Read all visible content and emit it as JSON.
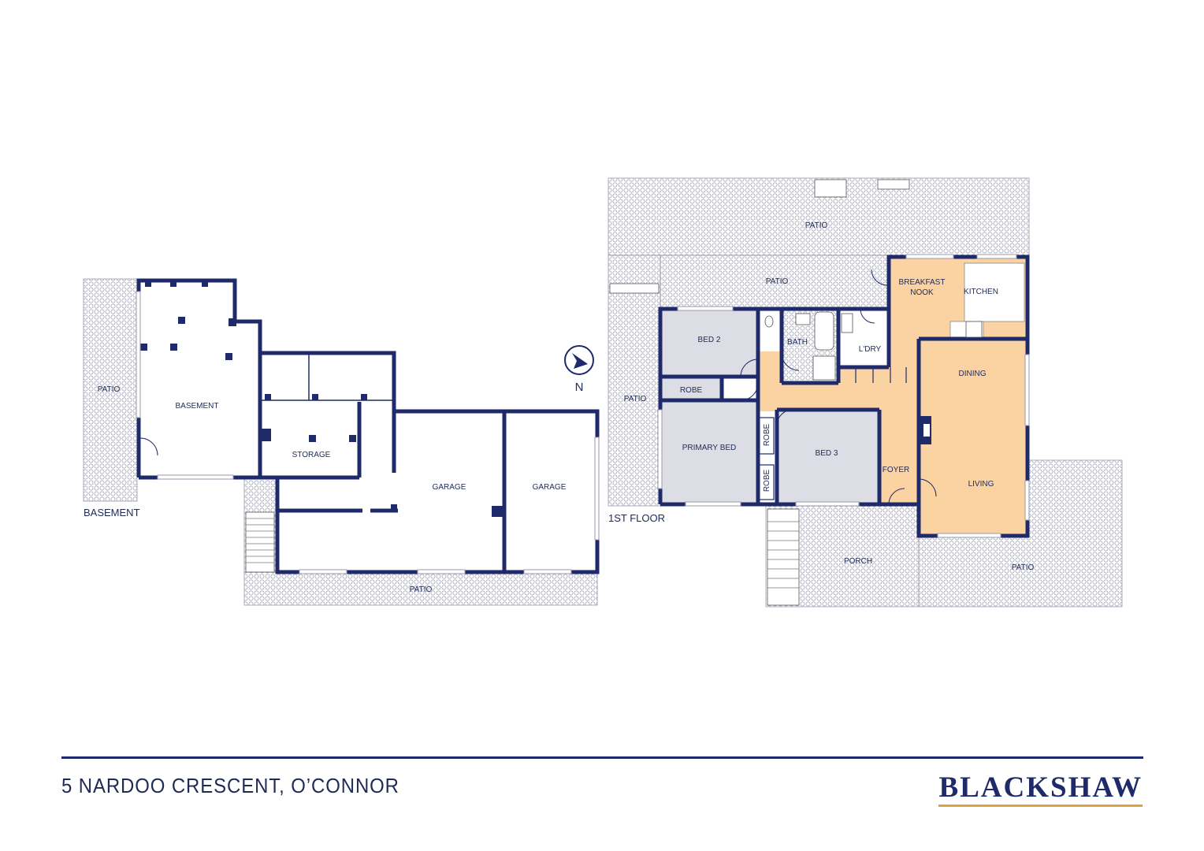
{
  "title": "5 NARDOO CRESCENT, O’CONNOR",
  "brand": "BLACKSHAW",
  "compass": {
    "label": "N"
  },
  "colors": {
    "wall": "#1f2a6b",
    "highlight": "#fbd3a3",
    "bedroom": "#dddde6",
    "patio": "#e9e9ef"
  },
  "floors": {
    "basement": {
      "label": "BASEMENT",
      "rooms": [
        "PATIO",
        "BASEMENT",
        "STORAGE",
        "GARAGE",
        "GARAGE",
        "PATIO"
      ]
    },
    "first": {
      "label": "1ST FLOOR",
      "rooms": [
        "PATIO",
        "PATIO",
        "PATIO",
        "BREAKFAST",
        "NOOK",
        "KITCHEN",
        "BED 2",
        "BATH",
        "L'DRY",
        "DINING",
        "ROBE",
        "ROBE",
        "ROBE",
        "PRIMARY BED",
        "BED 3",
        "FOYER",
        "LIVING",
        "PORCH",
        "PATIO"
      ]
    }
  }
}
